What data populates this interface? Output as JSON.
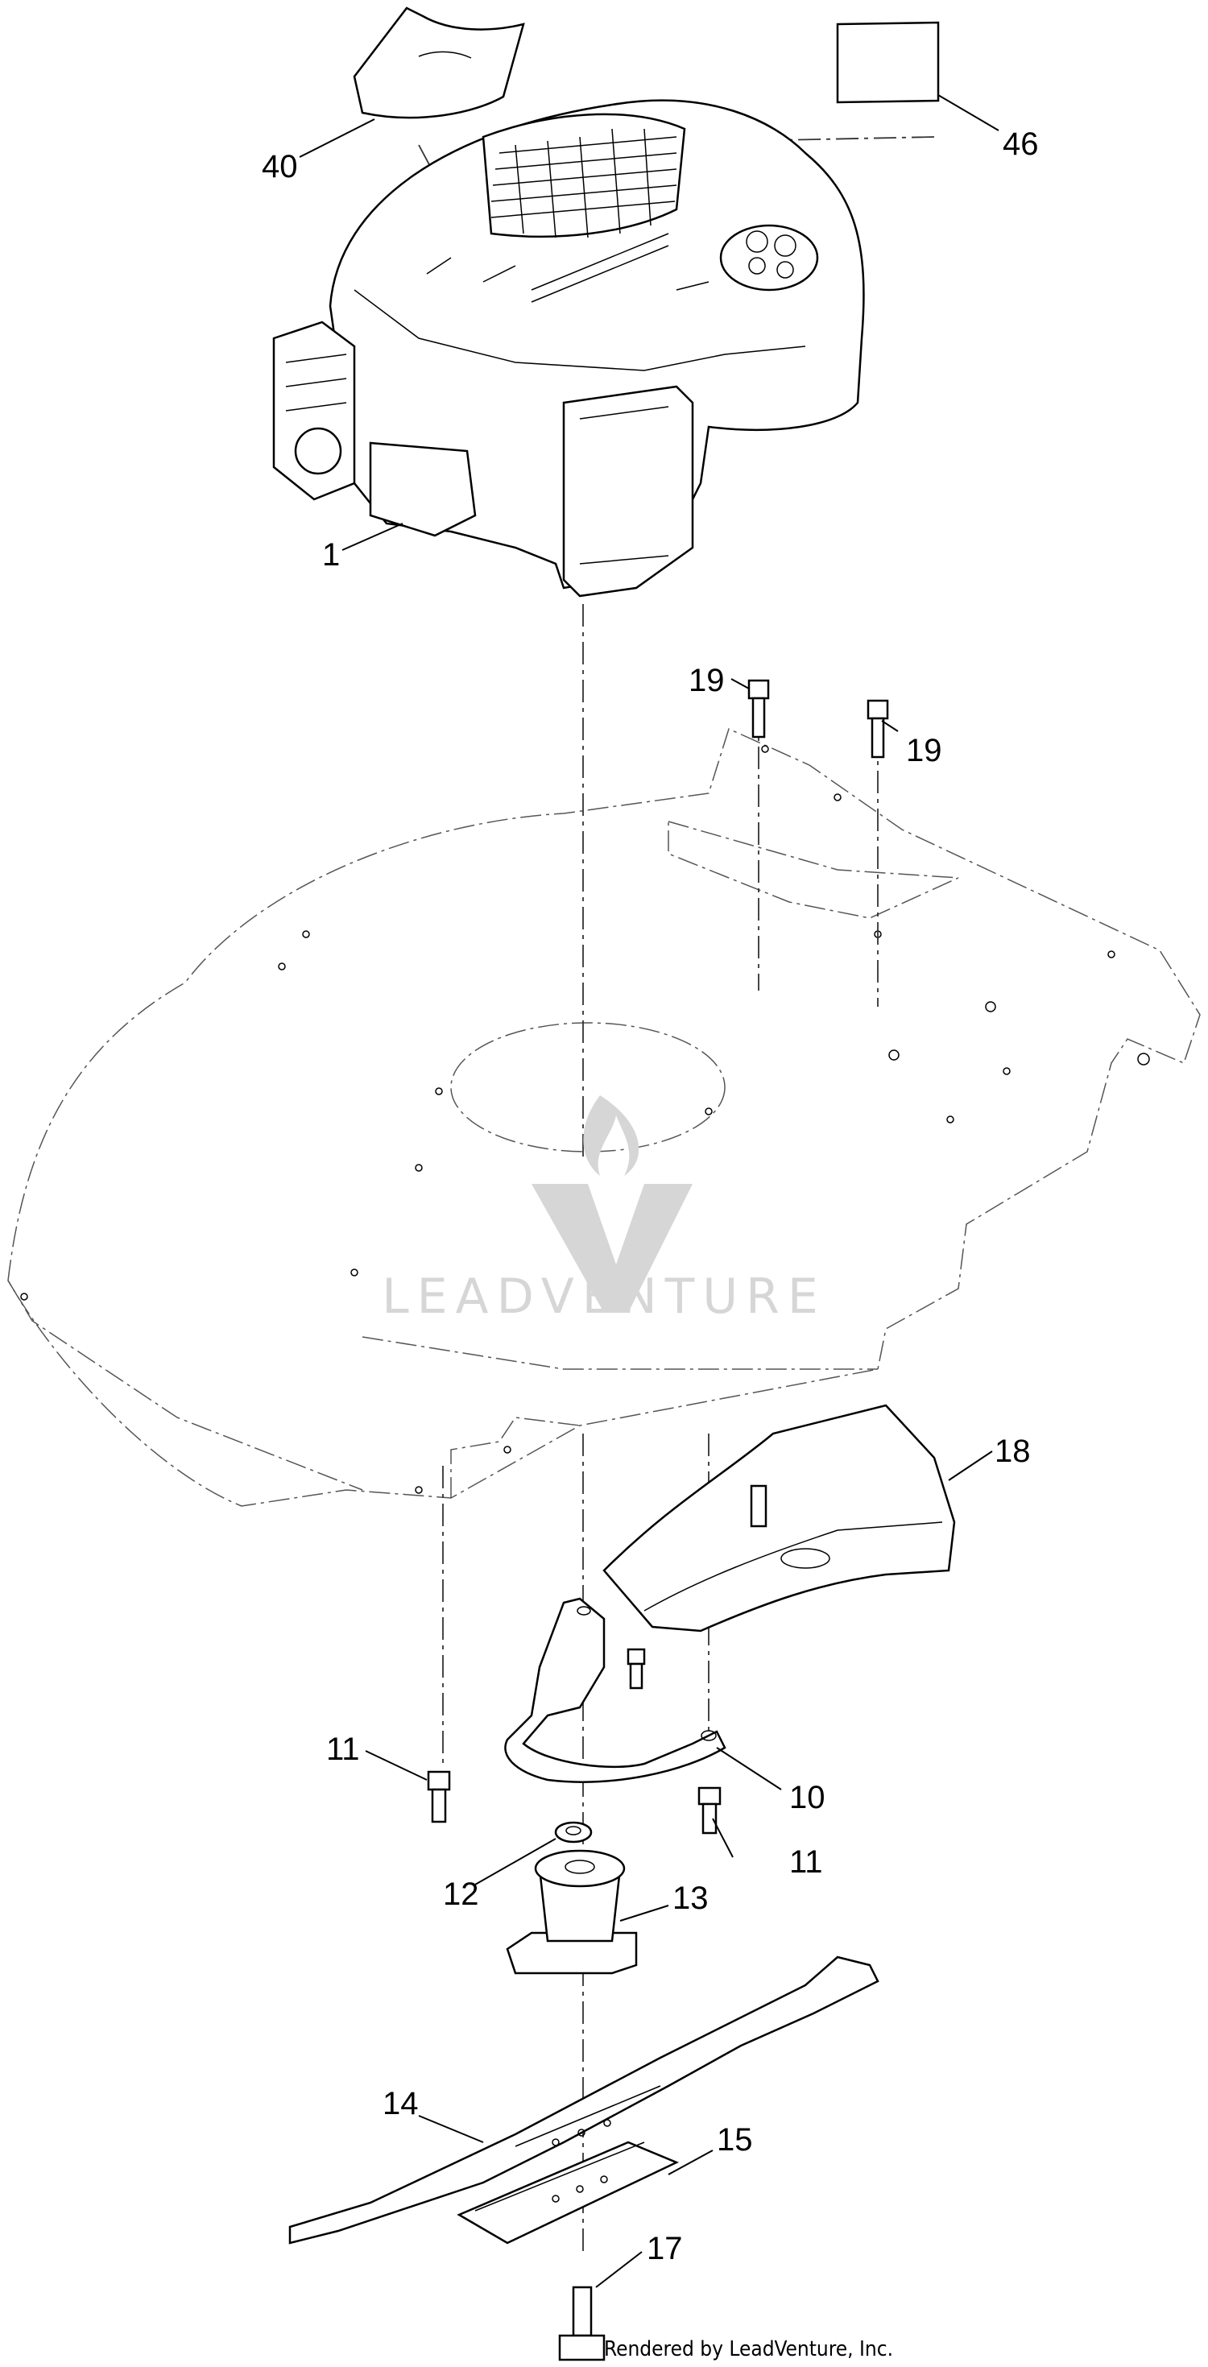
{
  "diagram": {
    "callouts": [
      {
        "id": "c40",
        "label": "40"
      },
      {
        "id": "c46",
        "label": "46"
      },
      {
        "id": "c1",
        "label": "1"
      },
      {
        "id": "c19a",
        "label": "19"
      },
      {
        "id": "c19b",
        "label": "19"
      },
      {
        "id": "c18",
        "label": "18"
      },
      {
        "id": "c11a",
        "label": "11"
      },
      {
        "id": "c10",
        "label": "10"
      },
      {
        "id": "c11b",
        "label": "11"
      },
      {
        "id": "c12",
        "label": "12"
      },
      {
        "id": "c13",
        "label": "13"
      },
      {
        "id": "c14",
        "label": "14"
      },
      {
        "id": "c15",
        "label": "15"
      },
      {
        "id": "c17",
        "label": "17"
      }
    ],
    "watermark_text": "LEADVENTURE",
    "credit": "Rendered by LeadVenture, Inc."
  },
  "colors": {
    "ink": "#000000",
    "watermark": "#d6d6d6",
    "background": "#ffffff"
  }
}
